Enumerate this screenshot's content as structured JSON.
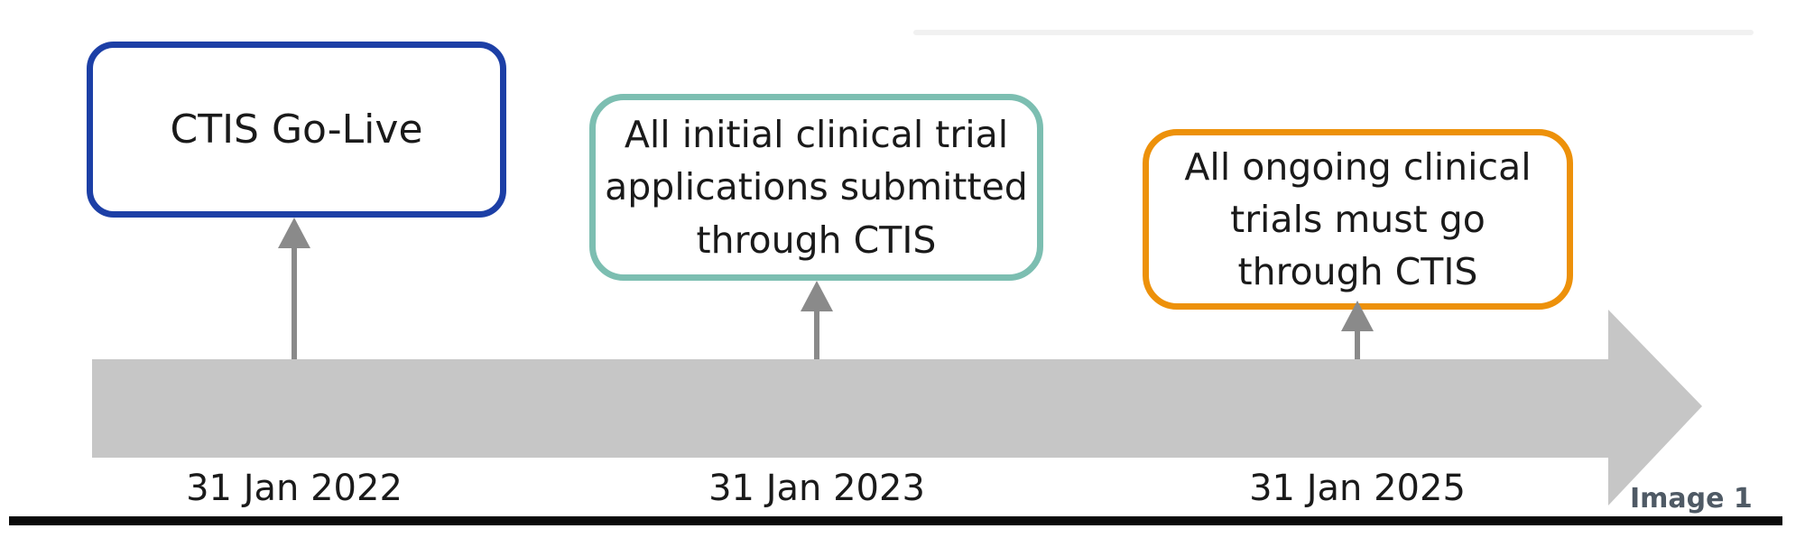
{
  "figure": {
    "caption": "Image 1",
    "caption_color": "#4f5a65"
  },
  "timeline": {
    "bar_color": "#c6c6c6",
    "connector_color": "#8a8a8a",
    "baseline_color": "#0a0a0a",
    "background_color": "#ffffff",
    "events": [
      {
        "label": "CTIS Go-Live",
        "date": "31 Jan 2022",
        "accent_color": "#1c3fa6"
      },
      {
        "label": "All initial clinical trial\napplications submitted\nthrough CTIS",
        "date": "31 Jan 2023",
        "accent_color": "#7cbeb1"
      },
      {
        "label": "All ongoing clinical\ntrials must go\nthrough CTIS",
        "date": "31 Jan 2025",
        "accent_color": "#ed910a"
      }
    ]
  }
}
